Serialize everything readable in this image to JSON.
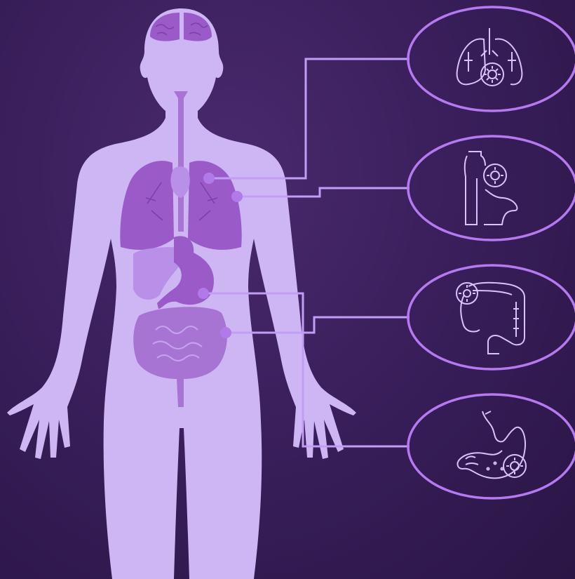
{
  "colors": {
    "background": "#3a1f5c",
    "body_silhouette": "#cdb6f3",
    "organ_dark": "#9a5bc9",
    "organ_medium": "#a874d4",
    "organ_light": "#b890e8",
    "connector_line": "#c29cf5",
    "marker_dot": "#b07ae8",
    "callout_stroke": "#b57af0",
    "icon_stroke": "#d9c2fb"
  },
  "callouts": [
    {
      "id": "lungs",
      "icon": "lungs-virus-icon"
    },
    {
      "id": "breast",
      "icon": "breast-virus-icon"
    },
    {
      "id": "colon",
      "icon": "colon-virus-icon"
    },
    {
      "id": "stomach",
      "icon": "stomach-virus-icon"
    }
  ]
}
